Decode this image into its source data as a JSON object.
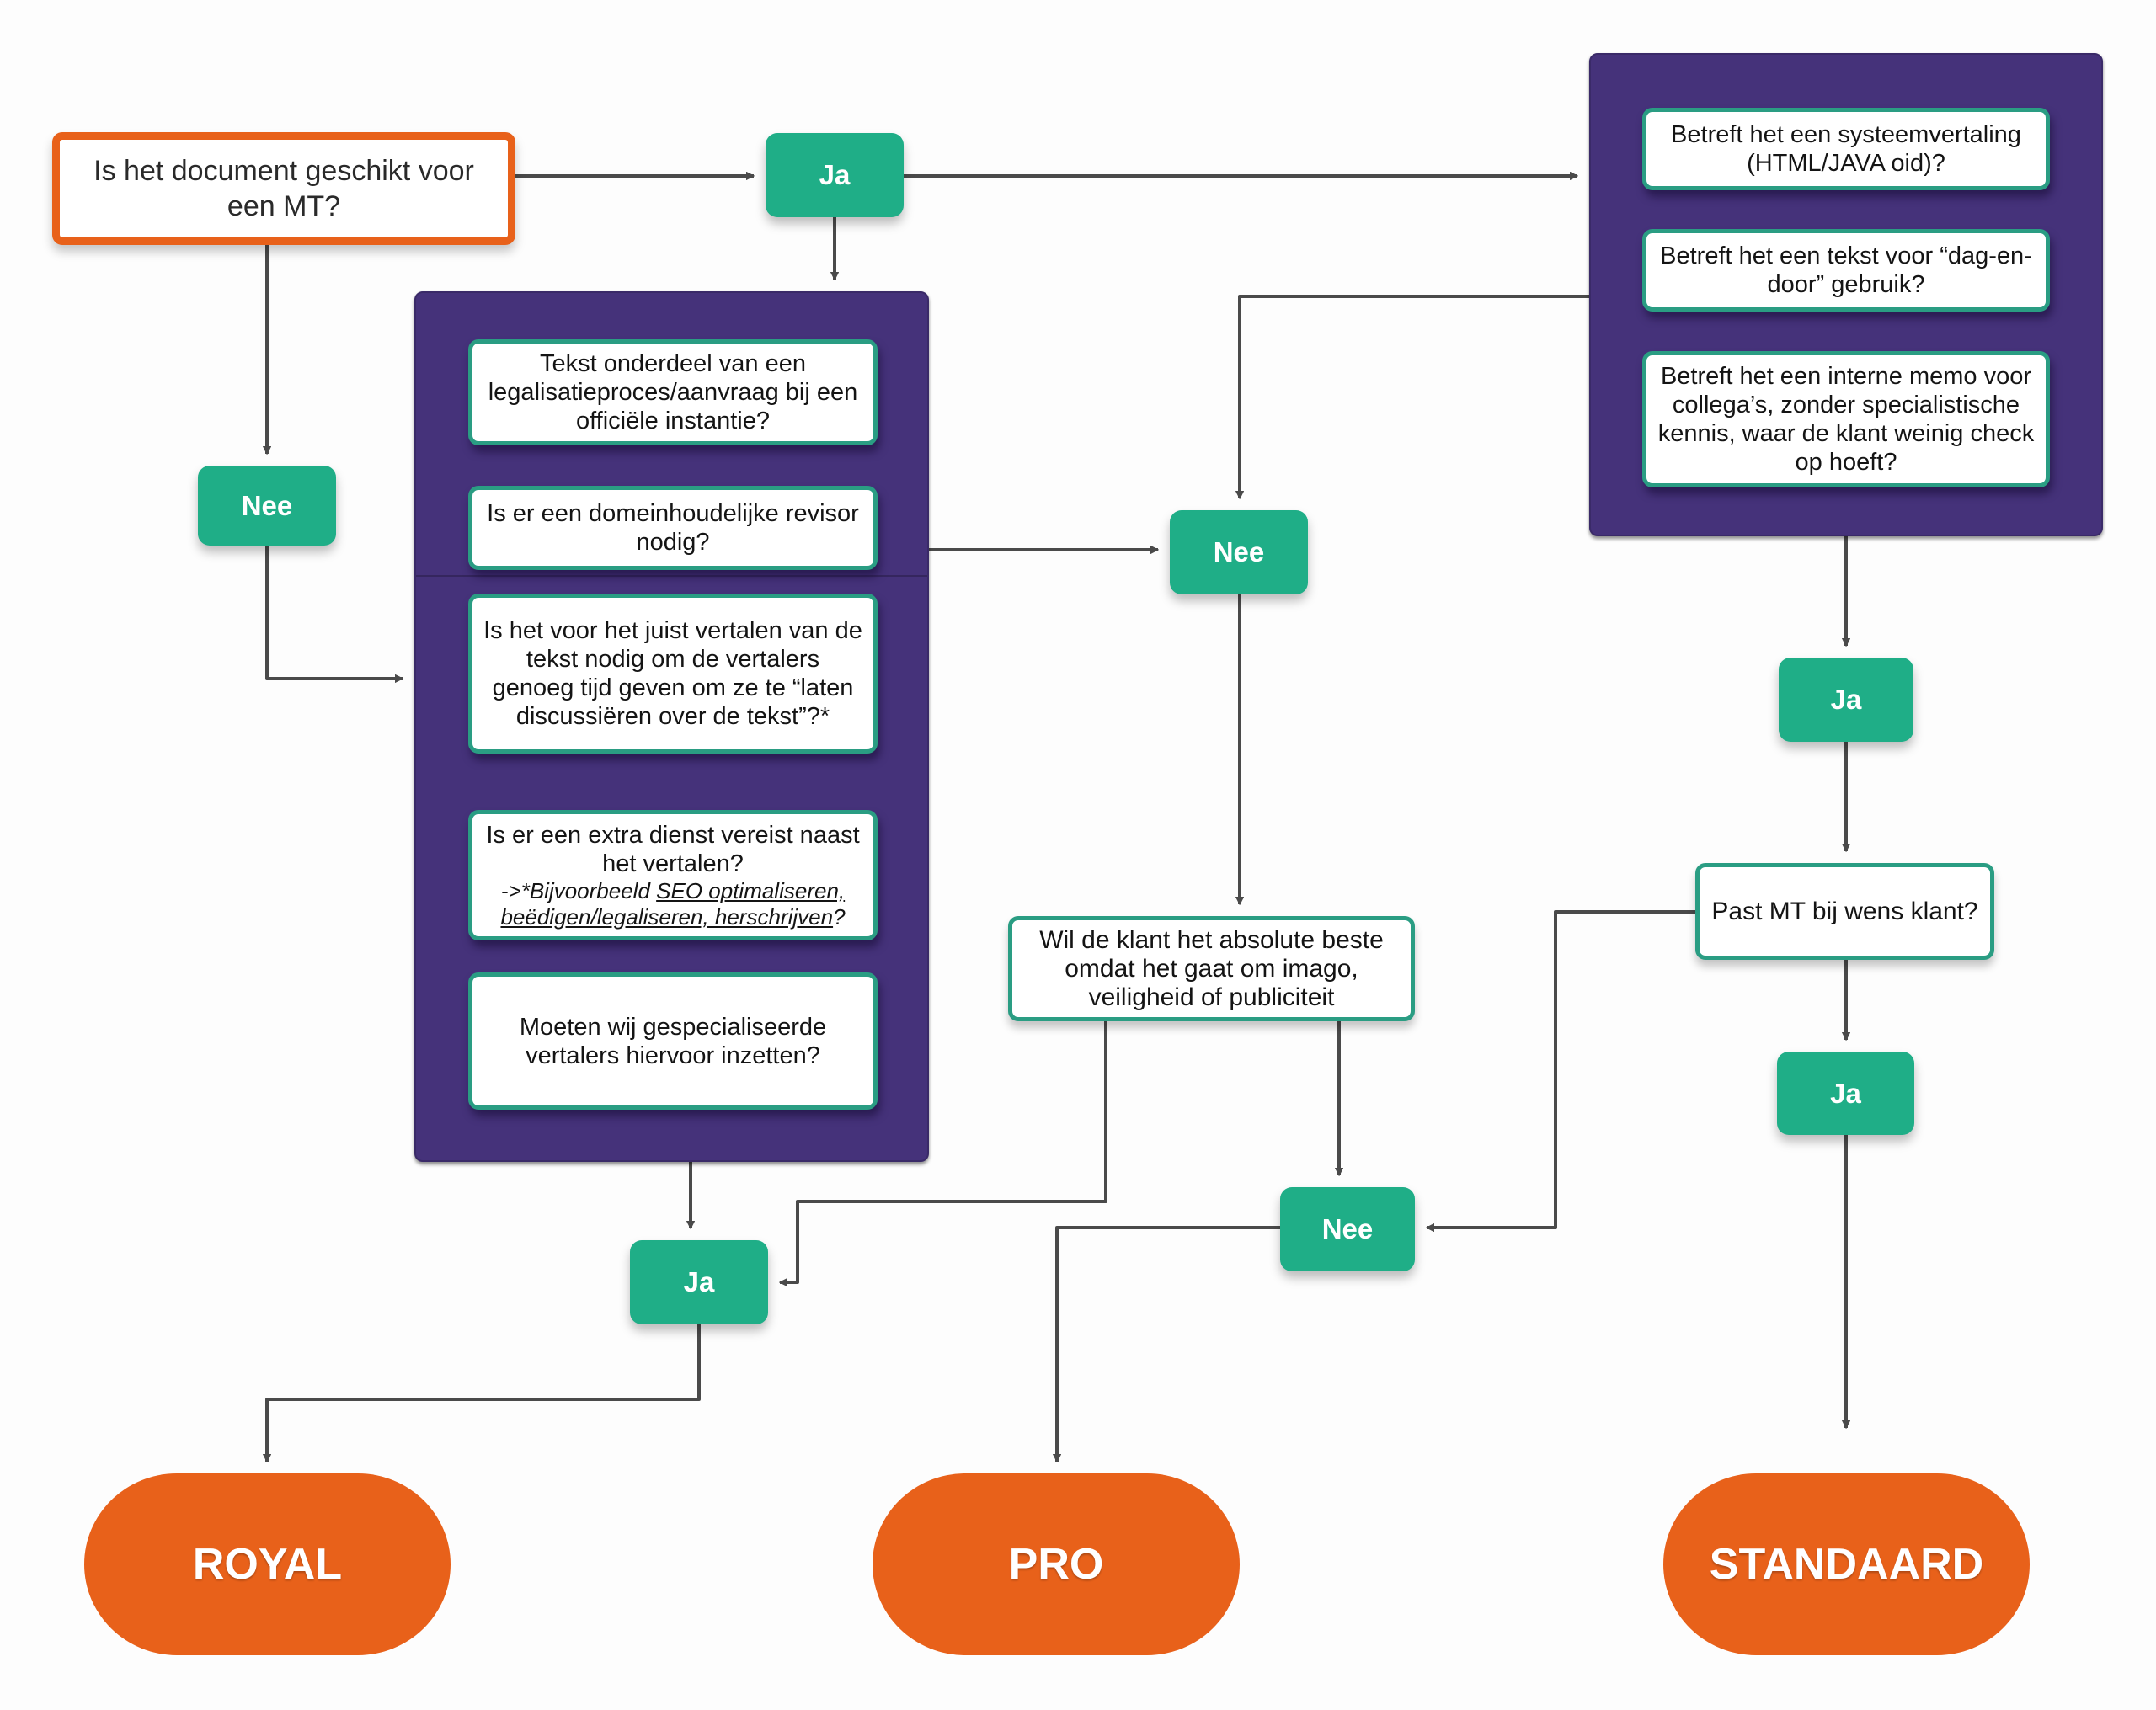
{
  "colors": {
    "accent_orange": "#e8611a",
    "decision_green": "#1fae87",
    "panel_purple": "#45327a",
    "card_border_teal": "#2a9d83",
    "connector": "#4a4a4a"
  },
  "start": {
    "question": "Is het document geschikt voor een MT?"
  },
  "labels": {
    "yes": "Ja",
    "no": "Nee"
  },
  "royal_panel": {
    "cards": [
      {
        "text": "Tekst onderdeel van een legalisatieproces/aanvraag bij een officiële instantie?"
      },
      {
        "text": "Is er een domeinhoudelijke revisor nodig?"
      },
      {
        "text": "Is het voor het juist vertalen van de tekst nodig om de vertalers genoeg tijd geven om ze te “laten discussiëren over de tekst”?*"
      },
      {
        "text": "Is er een extra dienst vereist naast het vertalen?",
        "sub_prefix": "->*Bijvoorbeeld ",
        "sub_link1": "SEO optimaliseren,",
        "sub_link2": "beëdigen/legaliseren, herschrijven",
        "sub_suffix": "?"
      },
      {
        "text": "Moeten wij gespecialiseerde vertalers hiervoor inzetten?"
      }
    ]
  },
  "standard_panel": {
    "cards": [
      {
        "text": "Betreft het een systeemvertaling (HTML/JAVA oid)?"
      },
      {
        "text": "Betreft het een tekst voor “dag-en-door” gebruik?"
      },
      {
        "text": "Betreft het een interne memo voor collega’s, zonder specialistische kennis, waar de klant weinig check op hoeft?"
      }
    ]
  },
  "pro_question": "Wil de klant het absolute beste omdat het gaat om imago, veiligheid of  publiciteit",
  "mt_question": "Past MT bij wens klant?",
  "outcomes": {
    "royal": "ROYAL",
    "pro": "PRO",
    "standard": "STANDAARD"
  }
}
